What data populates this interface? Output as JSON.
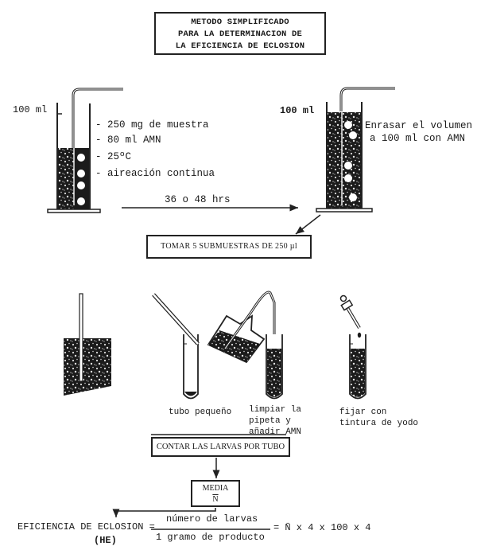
{
  "title": {
    "lines": [
      "METODO SIMPLIFICADO",
      "PARA LA DETERMINACION DE",
      "LA EFICIENCIA DE  ECLOSION"
    ]
  },
  "step1": {
    "volume_label": "100 ml",
    "conditions": [
      "- 250 mg de muestra",
      "- 80 ml AMN",
      "- 25ºC",
      "- aireación continua"
    ],
    "time_label": "36 o  48 hrs"
  },
  "step2": {
    "volume_label": "100 ml",
    "instruction_lines": [
      "Enrasar el volumen",
      "a 100 ml con AMN"
    ]
  },
  "submuestras_box": {
    "label": "TOMAR 5 SUBMUESTRAS DE 250 µl"
  },
  "step3": {
    "tube_label": "tubo pequeño",
    "rinse_lines": [
      "limpiar la",
      "pipeta  y",
      "añadir AMN"
    ],
    "fix_lines": [
      "fijar con",
      "tintura de yodo"
    ]
  },
  "count_box": {
    "label": "CONTAR LAS LARVAS POR TUBO"
  },
  "media_box": {
    "label": "MEDIA",
    "symbol": "N"
  },
  "formula": {
    "lhs": "EFICIENCIA DE ECLOSION =",
    "lhs_abbr": "(HE)",
    "numerator": "número de larvas",
    "denominator": "1 gramo de producto",
    "rhs": "= N̄ x 4 x 100 x 4"
  }
}
